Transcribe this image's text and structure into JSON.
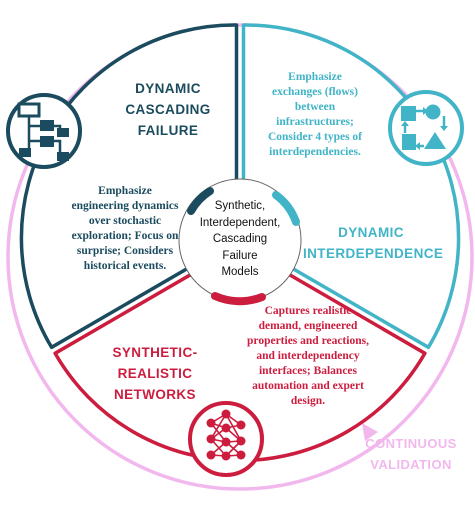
{
  "colors": {
    "dark_teal": "#1b4b5e",
    "light_teal": "#41b4c7",
    "crimson": "#cc1d3f",
    "pink": "#f2b8ee",
    "white": "#ffffff"
  },
  "center": {
    "lines": [
      "Synthetic,",
      "Interdependent,",
      "Cascading",
      "Failure",
      "Models"
    ]
  },
  "sections": {
    "dynamic_cascading_failure": {
      "title_lines": [
        "DYNAMIC",
        "CASCADING",
        "FAILURE"
      ],
      "description_lines": [
        "Emphasize",
        "engineering dynamics",
        "over stochastic",
        "exploration; Focus on",
        "surprise; Considers",
        "historical events."
      ],
      "icon": "hierarchy-tree-icon"
    },
    "dynamic_interdependence": {
      "title_lines": [
        "DYNAMIC",
        "INTERDEPENDENCE"
      ],
      "description_lines": [
        "Emphasize",
        "exchanges (flows)",
        "between",
        "infrastructures;",
        "Consider 4 types of",
        "interdependencies."
      ],
      "icon": "cycle-shapes-icon"
    },
    "synthetic_realistic_networks": {
      "title_lines": [
        "SYNTHETIC-",
        "REALISTIC",
        "NETWORKS"
      ],
      "description_lines": [
        "Captures realistic",
        "demand, engineered",
        "properties and reactions,",
        "and interdependency",
        "interfaces; Balances",
        "automation and expert",
        "design."
      ],
      "icon": "neural-network-icon"
    }
  },
  "continuous_validation": {
    "lines": [
      "CONTINUOUS",
      "VALIDATION"
    ]
  }
}
